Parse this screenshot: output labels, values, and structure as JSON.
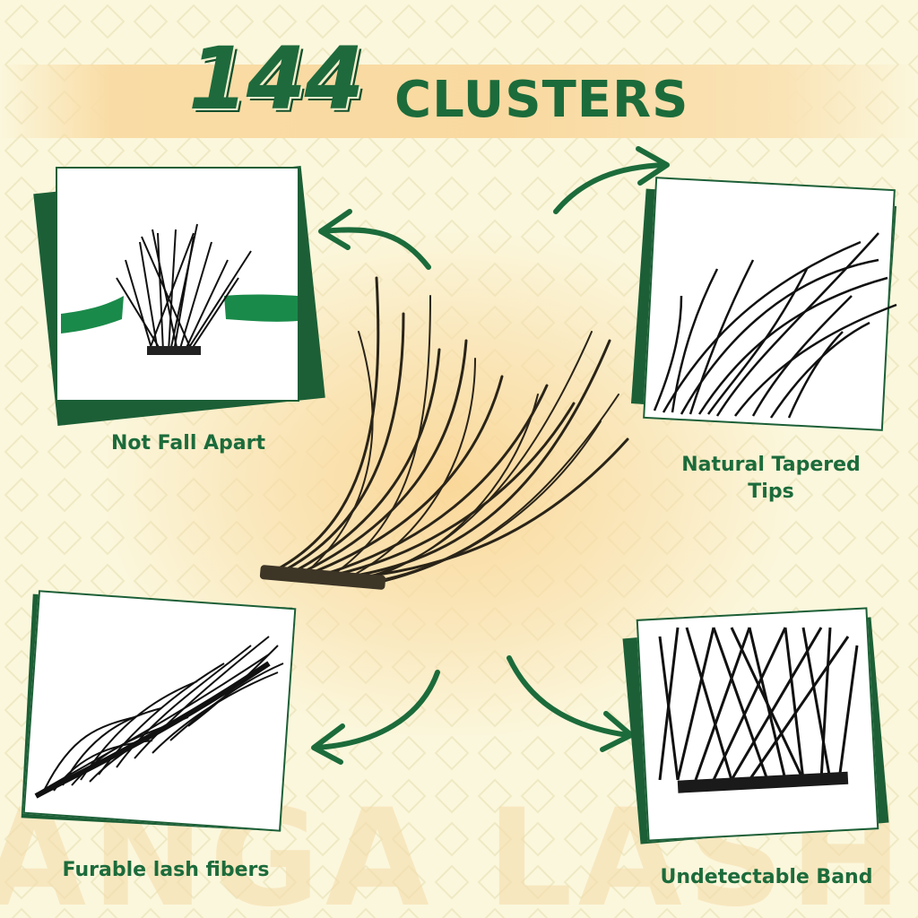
{
  "header": {
    "title_number": "144",
    "title_word": "CLUSTERS"
  },
  "watermark": "ANGA LASH",
  "features": [
    {
      "caption": "Not Fall Apart"
    },
    {
      "caption": "Natural Tapered Tips"
    },
    {
      "caption": "Furable lash fibers"
    },
    {
      "caption": "Undetectable Band"
    }
  ],
  "colors": {
    "brand_green": "#1c6b3b",
    "dark_green": "#1c5f36",
    "background": "#fbf7dc",
    "banner": "#f9dca5"
  }
}
